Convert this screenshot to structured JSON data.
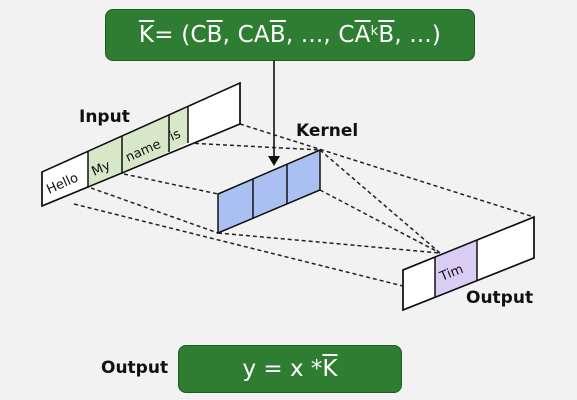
{
  "kernel_formula": {
    "K": "K",
    "eq": " = (C",
    "B1": "B",
    "sep1": ", CA",
    "B2": "B",
    "sep2": ", ..., C",
    "A3": "A",
    "k": "k",
    "space": " ",
    "B3": "B",
    "tail": ", ...)"
  },
  "labels": {
    "input": "Input",
    "kernel": "Kernel",
    "output_diagram": "Output",
    "output_bottom": "Output"
  },
  "input_tokens": [
    "Hello",
    "My",
    "name",
    "is"
  ],
  "output_token": "Tim",
  "output_formula": {
    "lhs": "y = x * ",
    "K": "K"
  },
  "colors": {
    "formula_bg": "#2f7d32",
    "input_highlight": "#d6e8c8",
    "kernel_fill": "#aabff2",
    "output_highlight": "#d9cdf3"
  }
}
